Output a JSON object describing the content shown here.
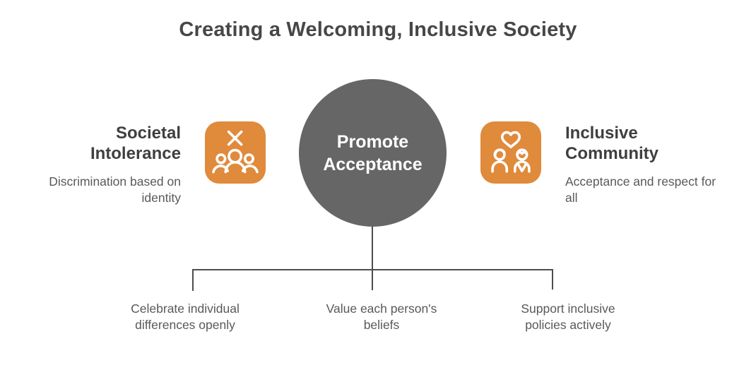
{
  "title": "Creating a Welcoming, Inclusive Society",
  "center_node": {
    "label": "Promote Acceptance"
  },
  "left_node": {
    "heading": "Societal Intolerance",
    "description": "Discrimination based on identity",
    "icon": "group-with-x-icon"
  },
  "right_node": {
    "heading": "Inclusive Community",
    "description": "Acceptance and respect for all",
    "icon": "couple-with-heart-icon"
  },
  "branches": [
    {
      "label": "Celebrate individual differences openly"
    },
    {
      "label": "Value each person's beliefs"
    },
    {
      "label": "Support inclusive policies actively"
    }
  ],
  "colors": {
    "accent_orange": "#E08A3C",
    "node_gray": "#666666",
    "connector_line": "#4D4D4D",
    "heading_text": "#3F3F3F",
    "body_text": "#595959",
    "title_text": "#474747"
  }
}
